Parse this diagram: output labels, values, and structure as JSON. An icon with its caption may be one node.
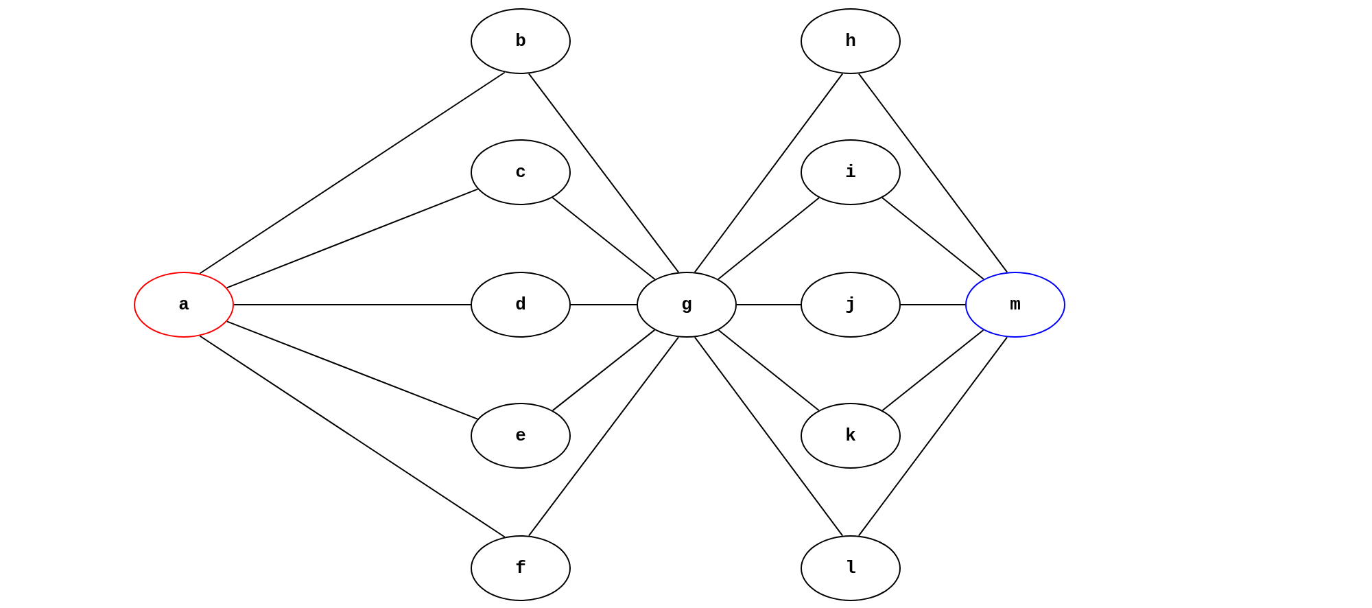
{
  "diagram": {
    "nodes": [
      {
        "text": [
          "a"
        ]
      },
      {
        "text": [
          "b"
        ]
      },
      {
        "text": [
          "c"
        ]
      },
      {
        "text": [
          "d"
        ]
      },
      {
        "text": [
          "e"
        ]
      },
      {
        "text": [
          "f"
        ]
      },
      {
        "text": [
          "g"
        ]
      },
      {
        "text": [
          "h"
        ]
      },
      {
        "text": [
          "i"
        ]
      },
      {
        "text": [
          "j"
        ]
      },
      {
        "text": [
          "k"
        ]
      },
      {
        "text": [
          "l"
        ]
      },
      {
        "text": [
          "m"
        ]
      }
    ],
    "edges": [
      {
        "from": 0,
        "to": 1,
        "arrow": "none"
      },
      {
        "from": 0,
        "to": 2,
        "arrow": "none"
      },
      {
        "from": 0,
        "to": 3,
        "arrow": "none"
      },
      {
        "from": 0,
        "to": 4,
        "arrow": "none"
      },
      {
        "from": 0,
        "to": 5,
        "arrow": "none"
      },
      {
        "from": 1,
        "to": 6,
        "arrow": "none"
      },
      {
        "from": 2,
        "to": 6,
        "arrow": "none"
      },
      {
        "from": 3,
        "to": 6,
        "arrow": "none"
      },
      {
        "from": 4,
        "to": 6,
        "arrow": "none"
      },
      {
        "from": 5,
        "to": 6,
        "arrow": "none"
      },
      {
        "from": 6,
        "to": 7,
        "arrow": "none"
      },
      {
        "from": 6,
        "to": 8,
        "arrow": "none"
      },
      {
        "from": 6,
        "to": 9,
        "arrow": "none"
      },
      {
        "from": 6,
        "to": 10,
        "arrow": "none"
      },
      {
        "from": 6,
        "to": 11,
        "arrow": "none"
      },
      {
        "from": 7,
        "to": 12,
        "arrow": "none"
      },
      {
        "from": 8,
        "to": 12,
        "arrow": "none"
      },
      {
        "from": 9,
        "to": 12,
        "arrow": "none"
      },
      {
        "from": 10,
        "to": 12,
        "arrow": "none"
      },
      {
        "from": 11,
        "to": 12,
        "arrow": "none"
      }
    ]
  }
}
